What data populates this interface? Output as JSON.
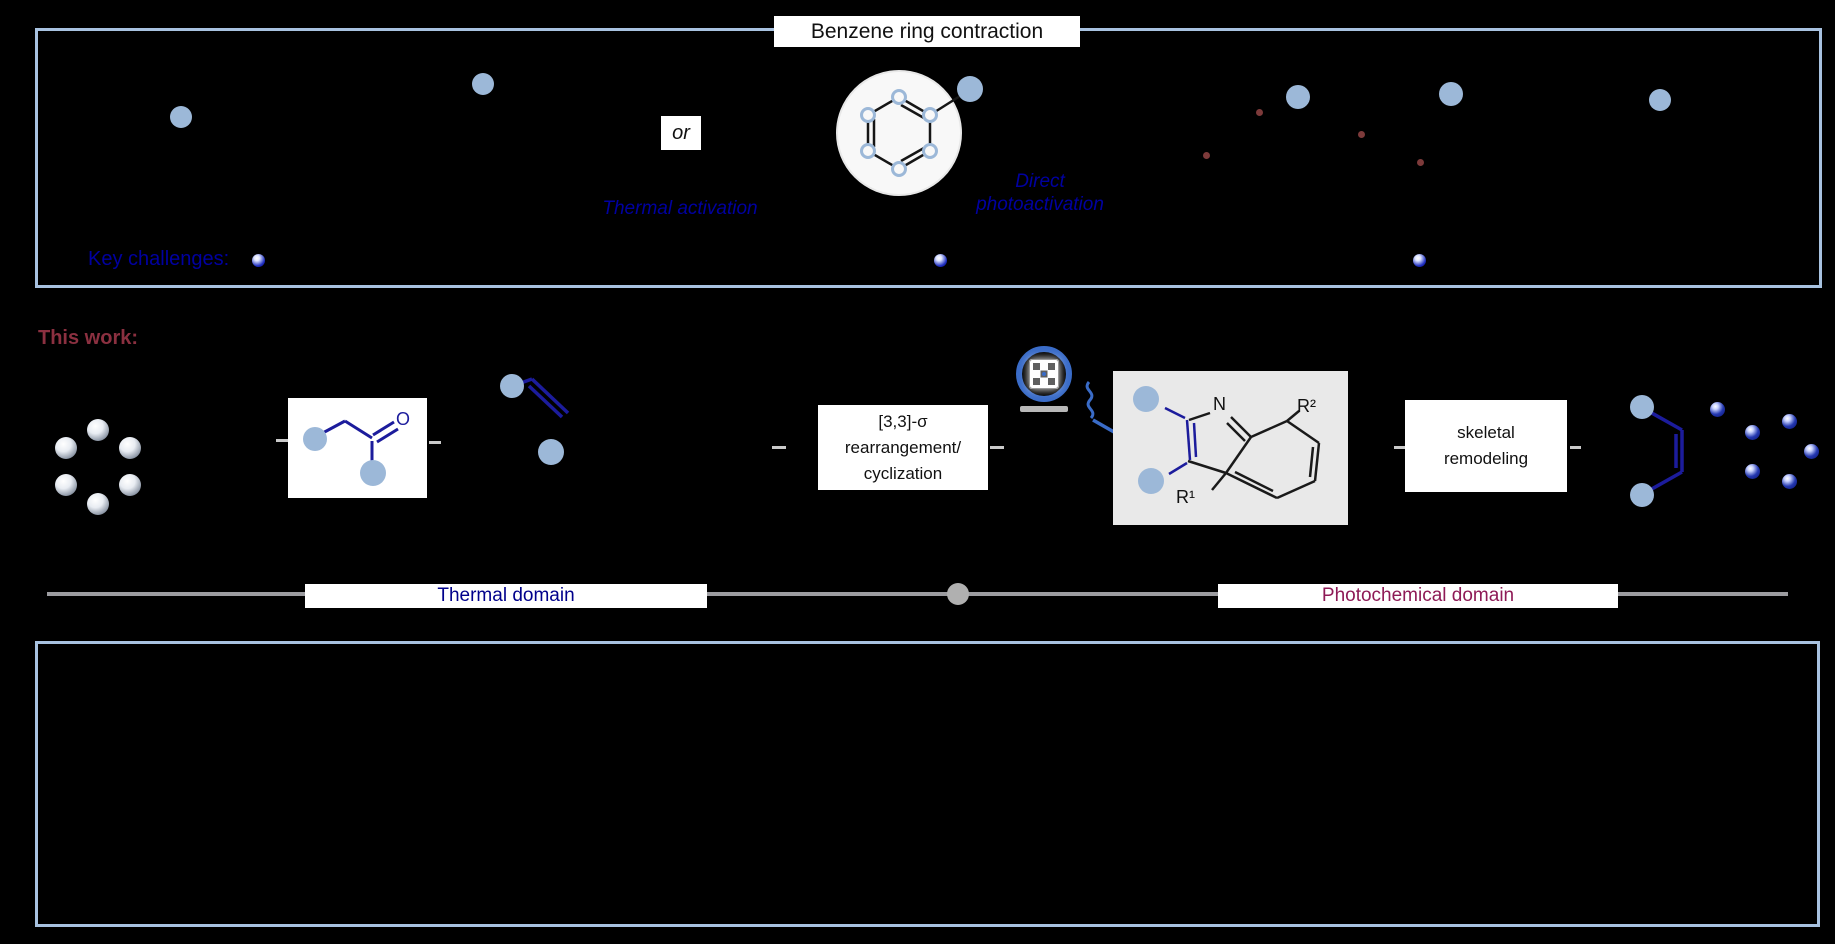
{
  "figure": {
    "top_panel": {
      "title": "Benzene ring contraction",
      "or_label": "or",
      "thermal_activation": "Thermal activation",
      "direct_photoactivation_line1": "Direct",
      "direct_photoactivation_line2": "photoactivation",
      "key_challenges_label": "Key challenges:"
    },
    "this_work": {
      "label": "This work:",
      "rearrangement_line1": "[3,3]-σ",
      "rearrangement_line2": "rearrangement/",
      "rearrangement_line3": "cyclization",
      "skeletal_line1": "skeletal",
      "skeletal_line2": "remodeling",
      "atom_labels": {
        "oxygen": "O",
        "nitrogen": "N",
        "r1": "R¹",
        "r2": "R²"
      }
    },
    "domain_axis": {
      "thermal_label": "Thermal domain",
      "photochemical_label": "Photochemical domain"
    },
    "colors": {
      "panel_border": "#a8c2e0",
      "atom_dot_blue": "#9cb8d8",
      "navy_text": "#0000a0",
      "maroon_text": "#8b3040",
      "magenta_text": "#8e1a56",
      "radical_dot_red": "#7d3a3a",
      "bond_blue": "#1c1c9c",
      "lamp_blue": "#3a6cc8",
      "axis_gray": "#9c9ca0"
    }
  }
}
